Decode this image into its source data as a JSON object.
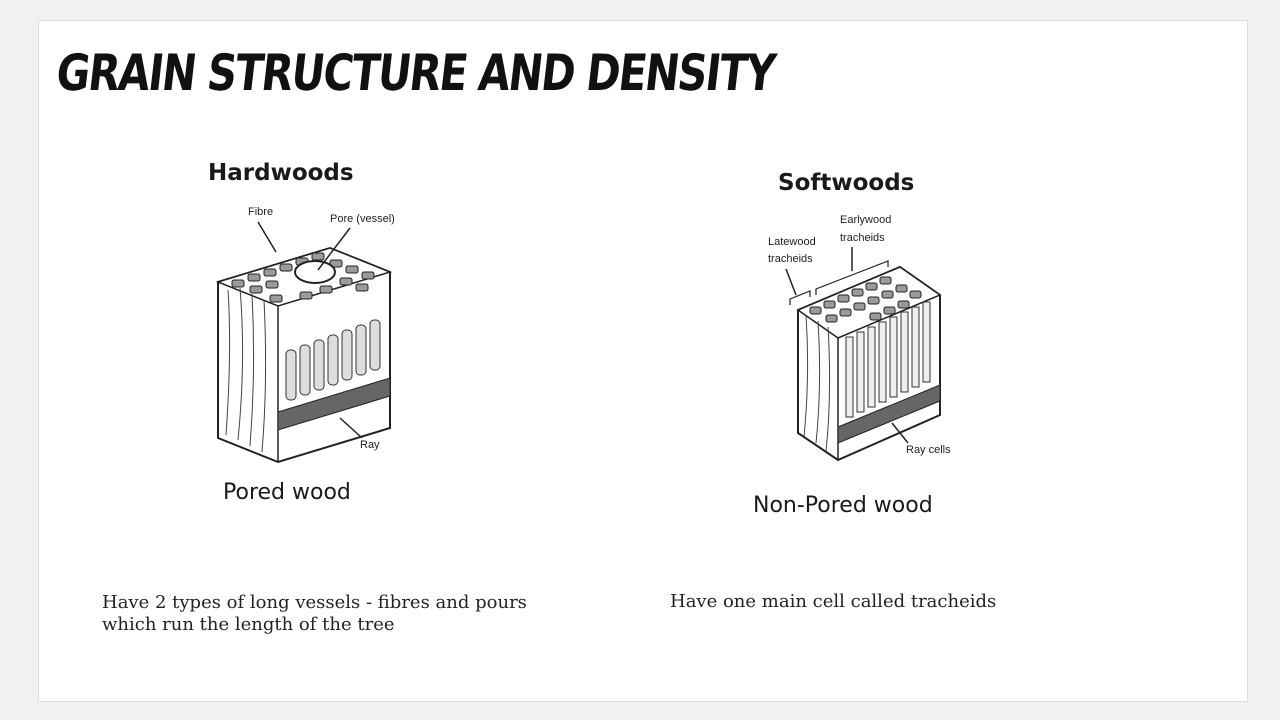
{
  "slide": {
    "title": "Grain Structure and Density"
  },
  "hardwoods": {
    "heading": "Hardwoods",
    "subtitle": "Pored wood",
    "labels": {
      "fibre": "Fibre",
      "pore": "Pore (vessel)",
      "ray": "Ray"
    },
    "description_lines": [
      "Have 2 types of long vessels - fibres and pours",
      "which run the length of the tree"
    ]
  },
  "softwoods": {
    "heading": "Softwoods",
    "subtitle": "Non-Pored wood",
    "labels": {
      "latewood_1": "Latewood",
      "latewood_2": "tracheids",
      "earlywood_1": "Earlywood",
      "earlywood_2": "tracheids",
      "ray_cells": "Ray cells"
    },
    "description": "Have one main cell called tracheids"
  }
}
